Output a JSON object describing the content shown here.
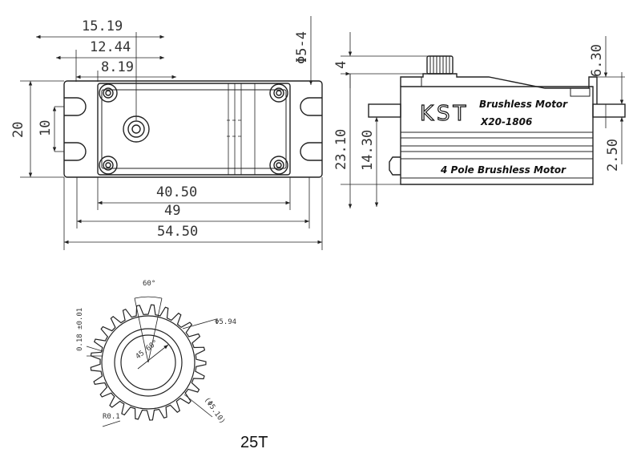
{
  "front_view": {
    "dim_15_19": "15.19",
    "dim_12_44": "12.44",
    "dim_8_19": "8.19",
    "dim_phi_5_4": "Φ5-4",
    "dim_20": "20",
    "dim_10": "10",
    "dim_40_50": "40.50",
    "dim_49": "49",
    "dim_54_50": "54.50"
  },
  "side_view": {
    "dim_4": "4",
    "dim_6_30": "6.30",
    "dim_23_10": "23.10",
    "dim_14_30": "14.30",
    "dim_2_50": "2.50",
    "logo": "KST",
    "label_brushless": "Brushless Motor",
    "label_model": "X20-1806",
    "label_pole": "4 Pole Brushless Motor"
  },
  "gear": {
    "dim_60": "60°",
    "dim_0_18": "0.18 ±0.01",
    "dim_45_60": "45.60°",
    "dim_phi_5_94": "Φ5.94",
    "dim_phi_5_10": "(Φ5.10)",
    "dim_r0_1": "R0.1",
    "teeth_label": "25T",
    "teeth_count": 25
  }
}
